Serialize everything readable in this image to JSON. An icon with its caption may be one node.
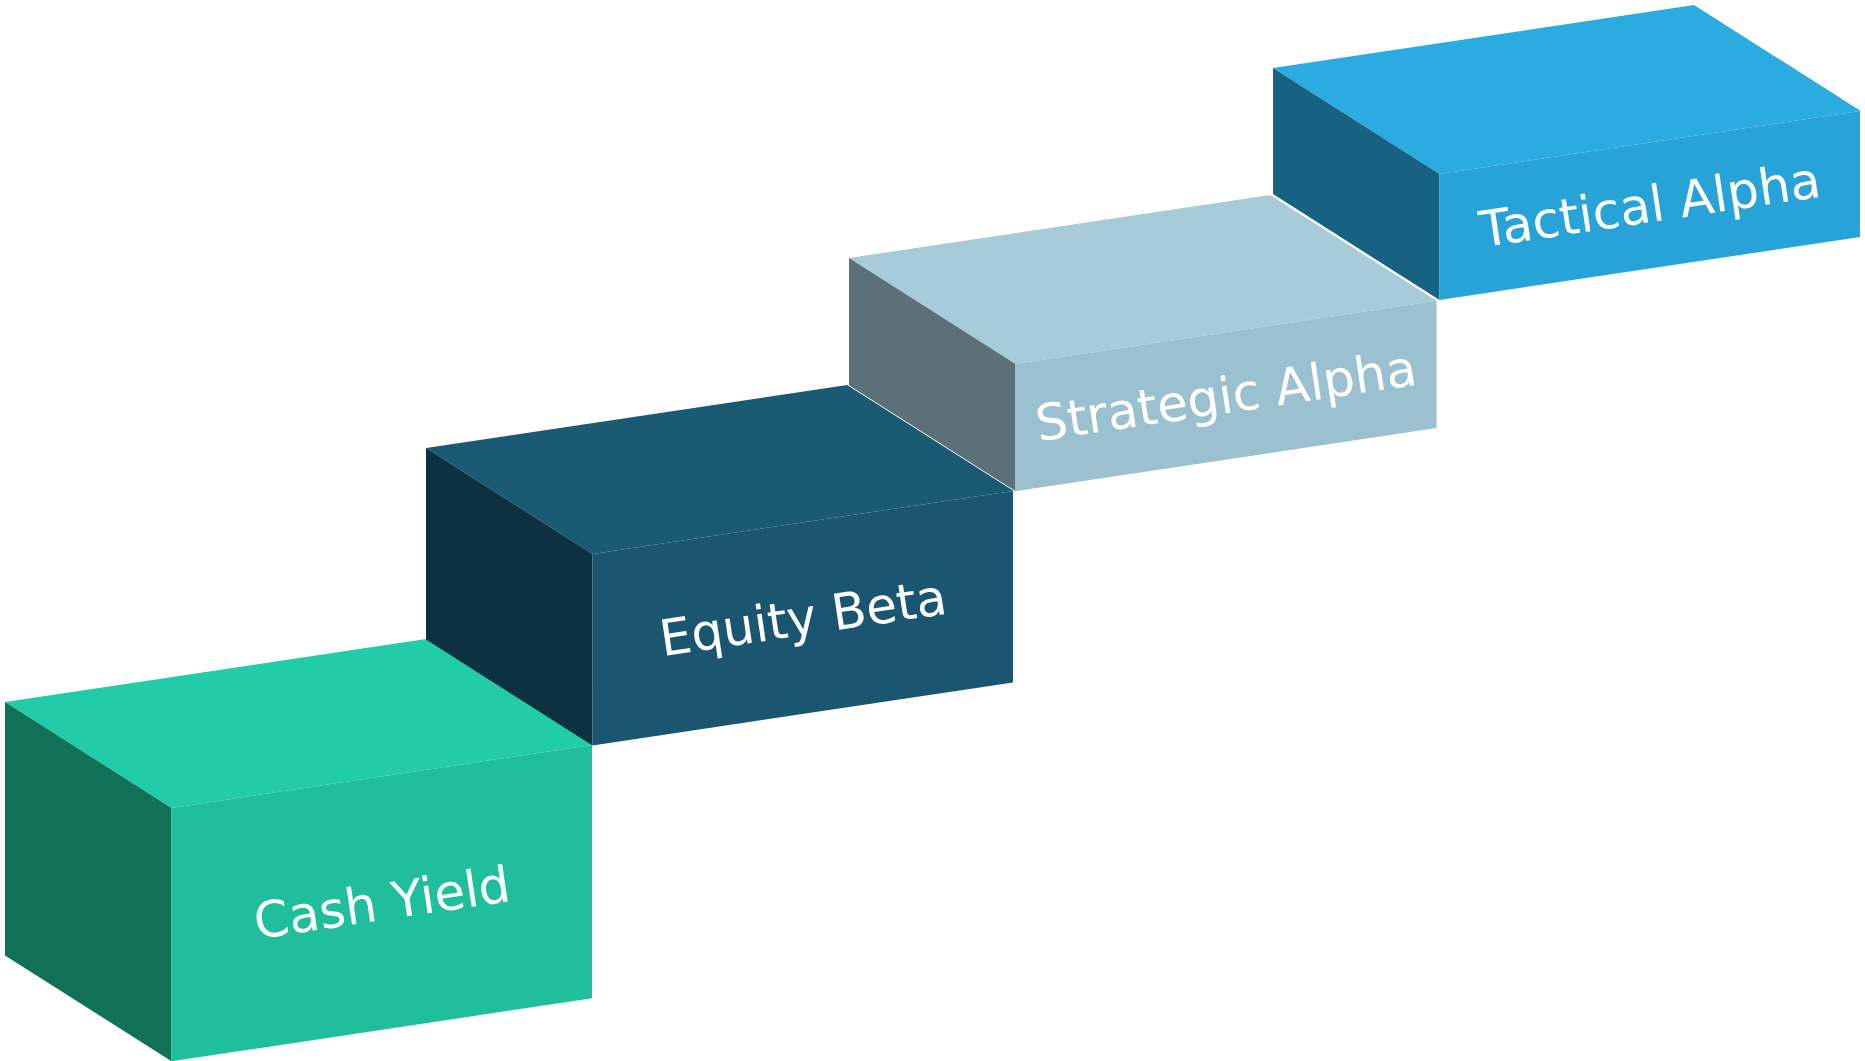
{
  "diagram": {
    "nodes": [
      {
        "text": [
          "Cash Yield"
        ]
      },
      {
        "text": [
          "Equity Beta"
        ]
      },
      {
        "text": [
          "Strategic Alpha"
        ]
      },
      {
        "text": [
          "Tactical Alpha"
        ]
      }
    ]
  }
}
